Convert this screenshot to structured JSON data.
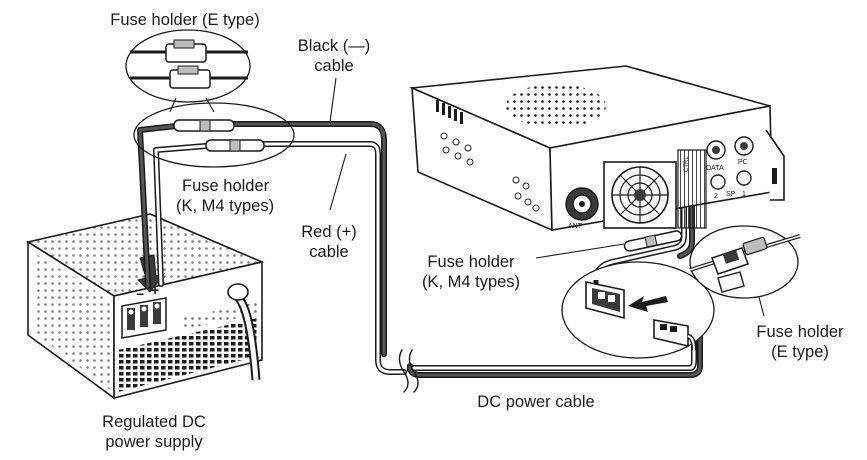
{
  "labels": {
    "fuse_holder_e_top": "Fuse holder (E type)",
    "black_cable": [
      "Black (—)",
      "cable"
    ],
    "fuse_holder_k_left": [
      "Fuse holder",
      "(K, M4 types)"
    ],
    "red_cable": [
      "Red (+)",
      "cable"
    ],
    "fuse_holder_k_right": [
      "Fuse holder",
      "(K, M4 types)"
    ],
    "fuse_holder_e_right": [
      "Fuse holder",
      "(E type)"
    ],
    "dc_power_cable": "DC power cable",
    "power_supply": [
      "Regulated DC",
      "power supply"
    ]
  },
  "terminal_marks": {
    "negative": "−",
    "positive": "+"
  },
  "radio_marks": {
    "data": "DATA",
    "pc": "PC",
    "ant": "ANT",
    "sp": "SP",
    "sp_n1": "1",
    "sp_n2": "2",
    "ctrl": "CTRL"
  },
  "colors": {
    "line": "#1a1a1a",
    "fill": "#ffffff",
    "shade": "#bdbdbd",
    "dark": "#3a3a3a"
  }
}
